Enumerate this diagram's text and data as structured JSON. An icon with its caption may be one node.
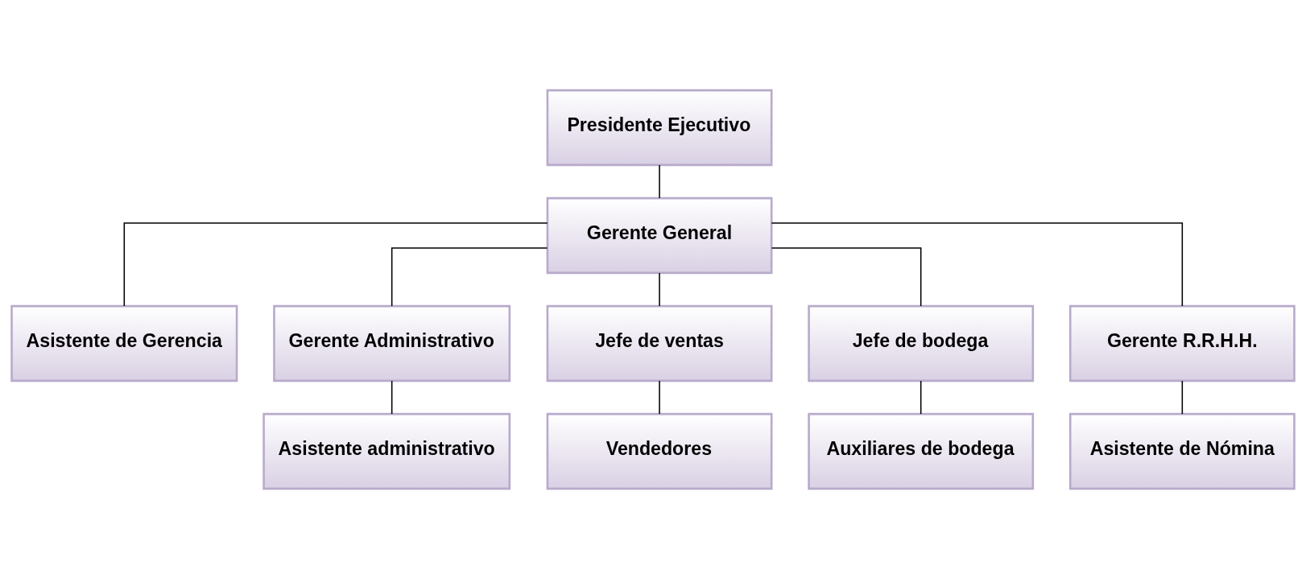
{
  "diagram": {
    "nodes": [
      {
        "text": [
          "Presidente Ejecutivo"
        ]
      },
      {
        "text": [
          "Gerente General"
        ]
      },
      {
        "text": [
          "Asistente de Gerencia"
        ]
      },
      {
        "text": [
          "Gerente Administrativo"
        ]
      },
      {
        "text": [
          "Jefe de ventas"
        ]
      },
      {
        "text": [
          "Jefe de bodega"
        ]
      },
      {
        "text": [
          "Gerente R.R.H.H."
        ]
      },
      {
        "text": [
          "Asistente administrativo"
        ]
      },
      {
        "text": [
          "Vendedores"
        ]
      },
      {
        "text": [
          "Auxiliares de bodega"
        ]
      },
      {
        "text": [
          "Asistente de Nómina"
        ]
      }
    ],
    "edges": [
      {
        "from": 0,
        "to": 1,
        "arrow": "none"
      },
      {
        "from": 1,
        "to": 2,
        "arrow": "none"
      },
      {
        "from": 1,
        "to": 3,
        "arrow": "none"
      },
      {
        "from": 1,
        "to": 4,
        "arrow": "none"
      },
      {
        "from": 1,
        "to": 5,
        "arrow": "none"
      },
      {
        "from": 1,
        "to": 6,
        "arrow": "none"
      },
      {
        "from": 3,
        "to": 7,
        "arrow": "none"
      },
      {
        "from": 4,
        "to": 8,
        "arrow": "none"
      },
      {
        "from": 5,
        "to": 9,
        "arrow": "none"
      },
      {
        "from": 6,
        "to": 10,
        "arrow": "none"
      }
    ]
  }
}
